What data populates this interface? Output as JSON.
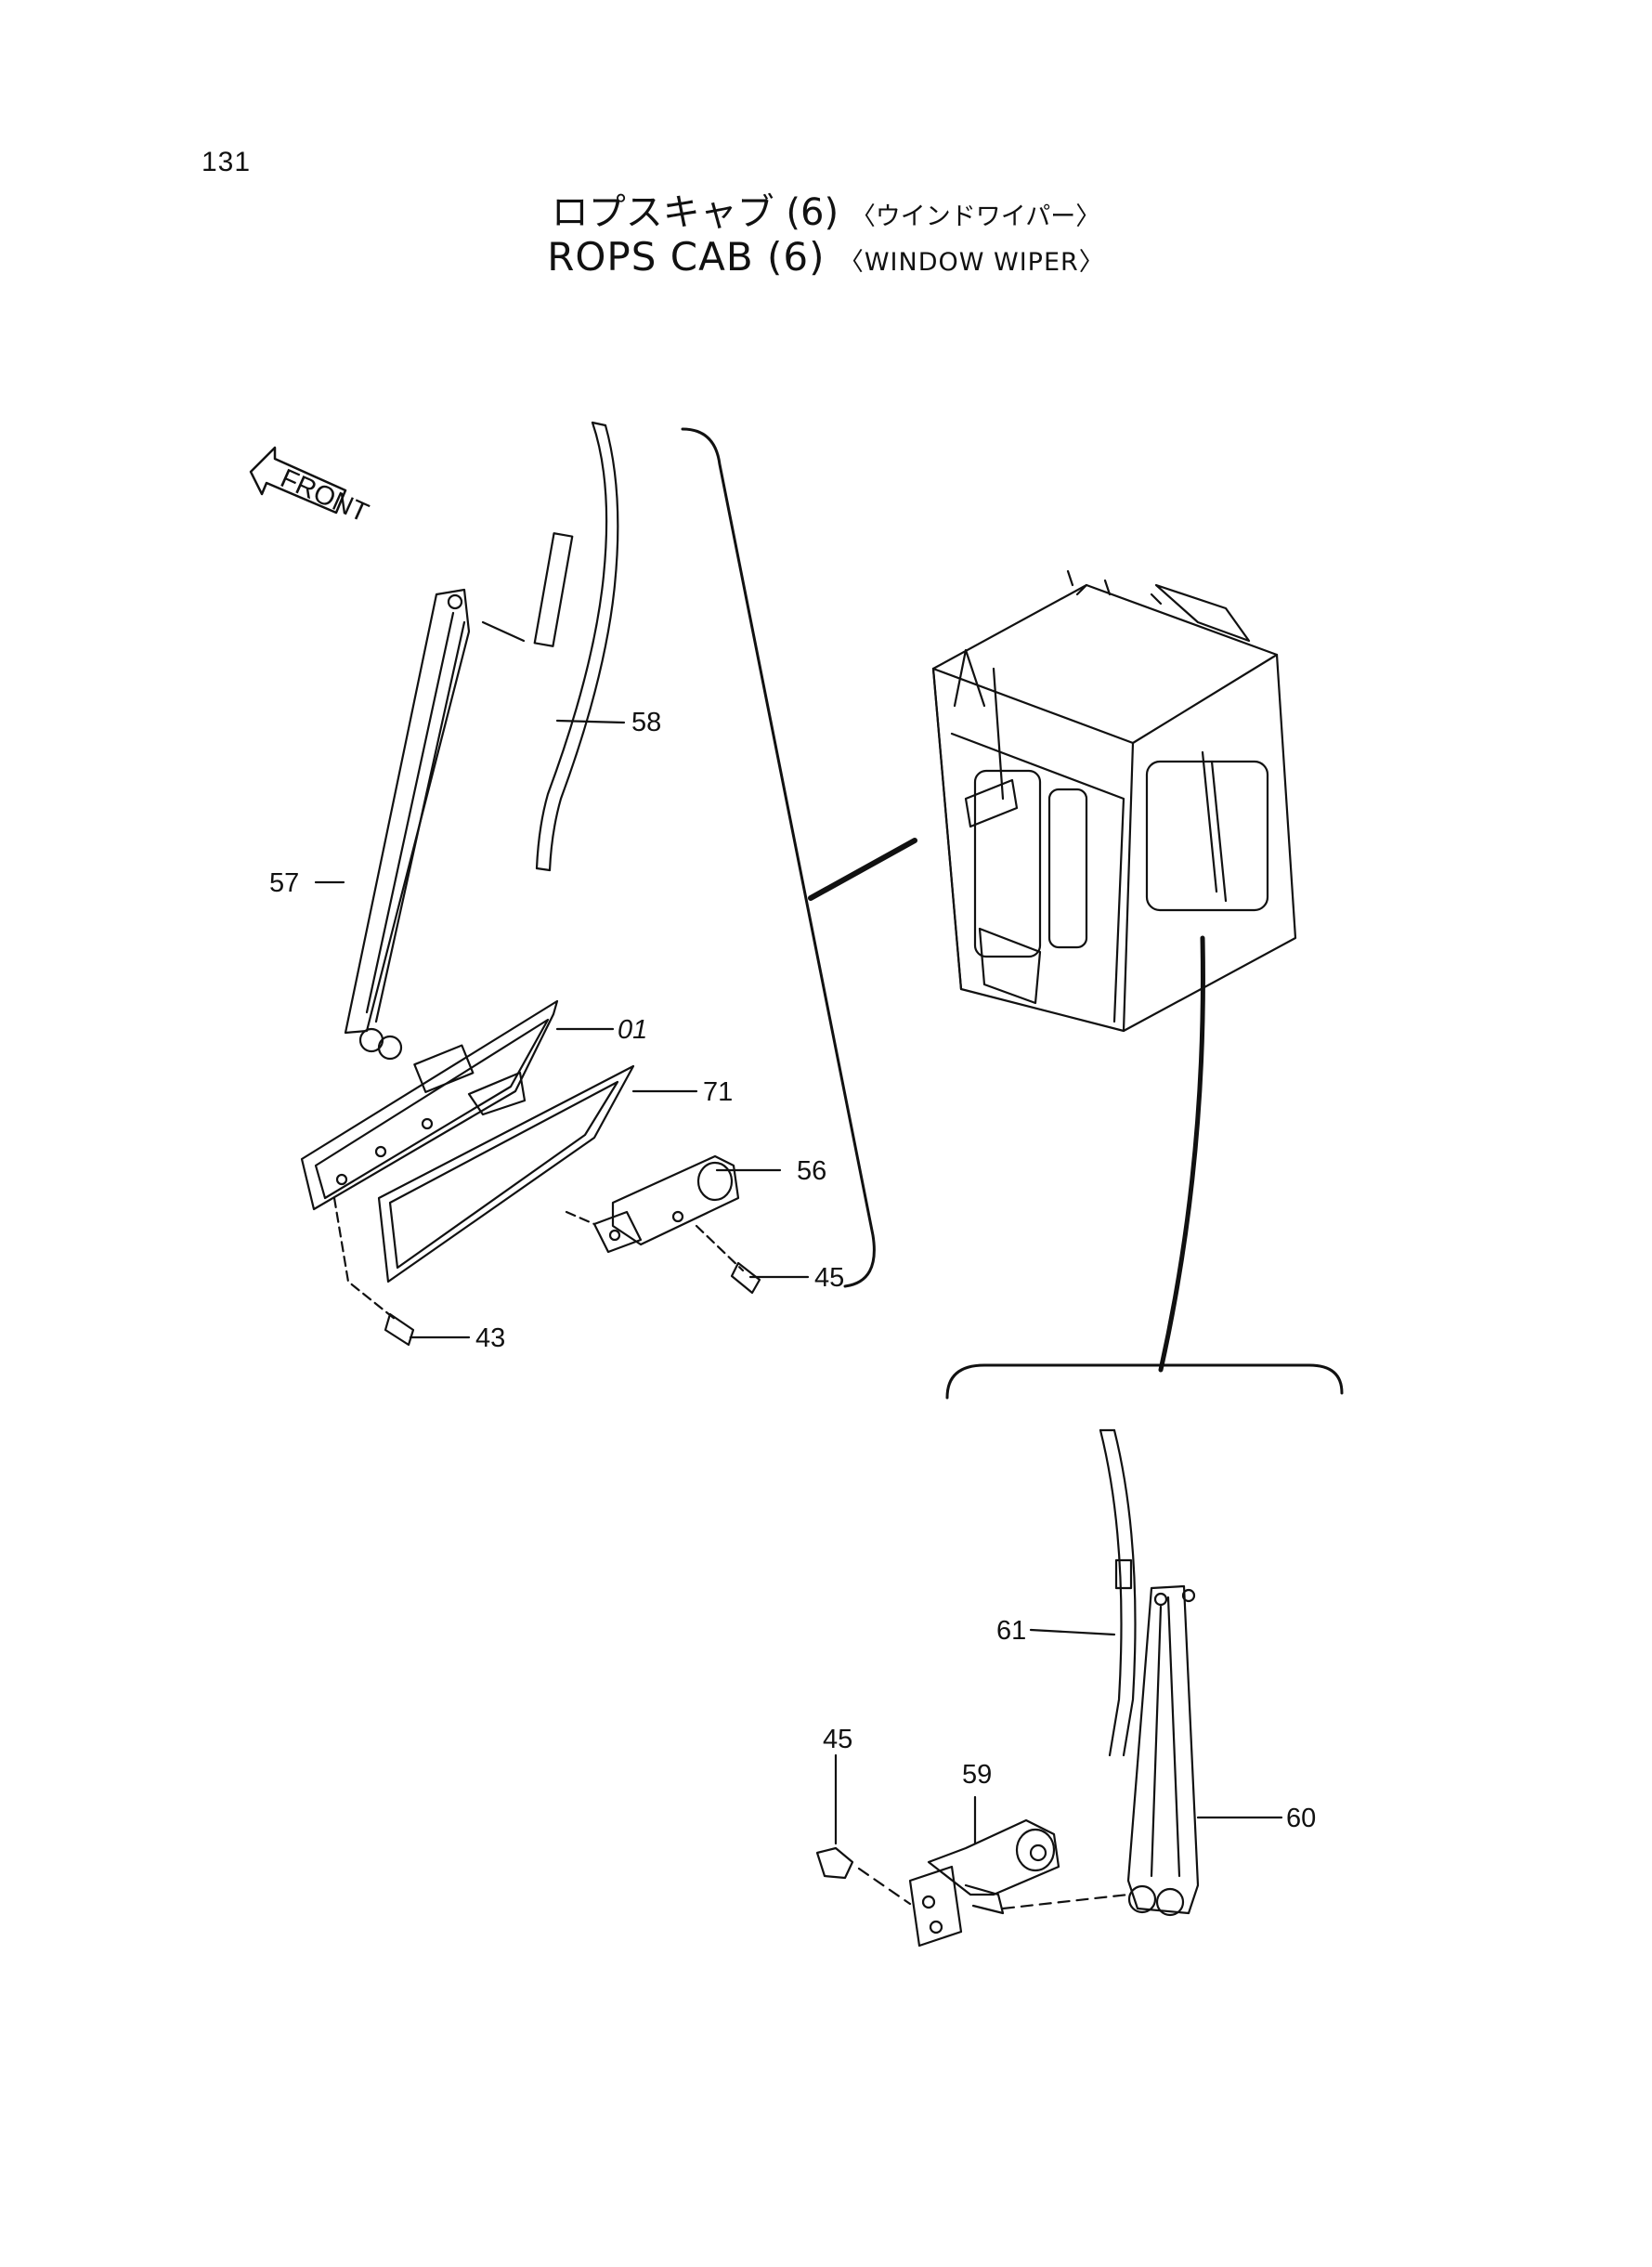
{
  "page_number": "131",
  "title_jp": {
    "main": "ロプスキャブ (6)",
    "sub": "〈ウインドワイパー〉"
  },
  "title_en": {
    "main": "ROPS CAB (6)",
    "sub": "〈WINDOW WIPER〉"
  },
  "front_arrow_label": "FRONT",
  "callouts": {
    "c58": "58",
    "c57": "57",
    "c01": "01",
    "c71": "71",
    "c56": "56",
    "c45a": "45",
    "c43": "43",
    "c61": "61",
    "c45b": "45",
    "c59": "59",
    "c60": "60"
  }
}
